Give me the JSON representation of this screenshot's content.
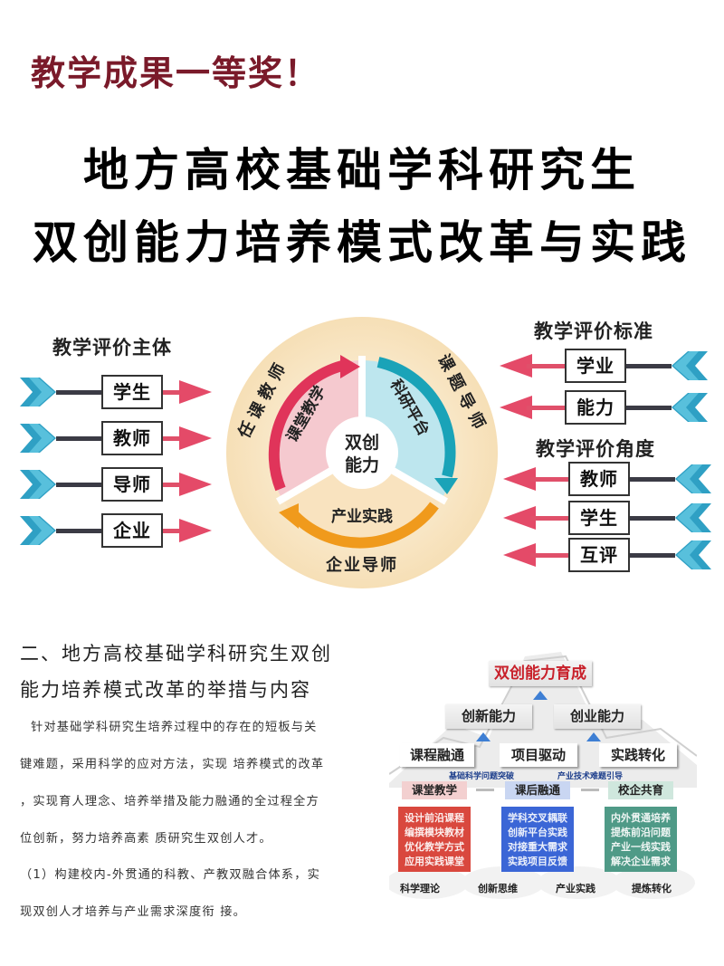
{
  "header": {
    "award": "教学成果一等奖！",
    "title_line1": "地方高校基础学科研究生",
    "title_line2": "双创能力培养模式改革与实践"
  },
  "diagram": {
    "left_group": {
      "title": "教学评价主体",
      "items": [
        "学生",
        "教师",
        "导师",
        "企业"
      ]
    },
    "right_groups": [
      {
        "title": "教学评价标准",
        "items": [
          "学业",
          "能力"
        ]
      },
      {
        "title": "教学评价角度",
        "items": [
          "教师",
          "学生",
          "互评"
        ]
      }
    ],
    "wheel": {
      "center_line1": "双创",
      "center_line2": "能力",
      "segments": [
        {
          "inner": "课堂教学",
          "outer": "任课教师",
          "color": "#e0345a",
          "fill": "#f5c9cf"
        },
        {
          "inner": "科研平台",
          "outer": "课题导师",
          "color": "#1aa3b8",
          "fill": "#bde6ee"
        },
        {
          "inner": "产业实践",
          "outer": "企业导师",
          "color": "#f09a1c",
          "fill": "#f9e3bf"
        }
      ]
    }
  },
  "section2": {
    "title_line1": "二、地方高校基础学科研究生双创",
    "title_line2": "能力培养模式改革的举措与内容",
    "paragraph_lines": [
      "针对基础学科研究生培养过程中的存在的短板与关",
      "键难题，采用科学的应对方法，实现 培养模式的改革",
      "，实现育人理念、培养举措及能力融通的全过程全方",
      "位创新，努力培养高素 质研究生双创人才。",
      "（1）构建校内-外贯通的科教、产教双融合体系，实",
      "现双创人才培养与产业需求深度衔 接。"
    ]
  },
  "pyramid": {
    "goal": "双创能力育成",
    "capabilities": [
      "创新能力",
      "创业能力"
    ],
    "paths": [
      "课程融通",
      "项目驱动",
      "实践转化"
    ],
    "sub_labels": [
      "基础科学问题突破",
      "产业技术难题引导"
    ],
    "stages": [
      {
        "label": "课堂教学",
        "bg": "#f3d0d0",
        "box": "#d9483e",
        "items": [
          "设计前沿课程",
          "编撰模块教材",
          "优化教学方式",
          "应用实践课堂"
        ]
      },
      {
        "label": "课后融通",
        "bg": "#c9d6f2",
        "box": "#3b66d6",
        "items": [
          "学科交叉耦联",
          "创新平台实践",
          "对接重大需求",
          "实践项目反馈"
        ]
      },
      {
        "label": "校企共育",
        "bg": "#cfe7dd",
        "box": "#4f9a87",
        "items": [
          "内外贯通培养",
          "提炼前沿问题",
          "产业一线实践",
          "解决企业需求"
        ]
      }
    ],
    "foundations": [
      "科学理论",
      "创新思维",
      "产业实践",
      "提炼转化"
    ]
  }
}
